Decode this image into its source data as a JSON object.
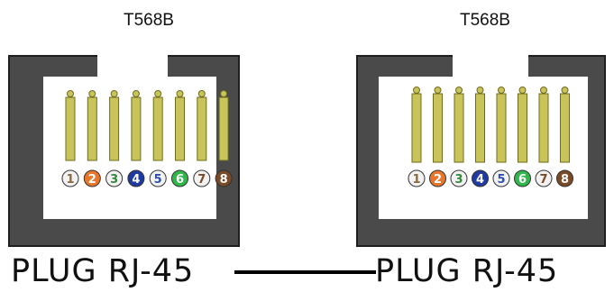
{
  "plugs": [
    {
      "standard": "T568B",
      "caption": "PLUG RJ-45",
      "pin_numbers": [
        "1",
        "2",
        "3",
        "4",
        "5",
        "6",
        "7",
        "8"
      ]
    },
    {
      "standard": "T568B",
      "caption": "PLUG RJ-45",
      "pin_numbers": [
        "1",
        "2",
        "3",
        "4",
        "5",
        "6",
        "7",
        "8"
      ]
    }
  ],
  "pin_colors": [
    "#f2f2f2",
    "#e8762b",
    "#f2f2f2",
    "#1f3aa0",
    "#f2f2f2",
    "#2eb84b",
    "#f2f2f2",
    "#7a4a26"
  ],
  "pin_text_colors": [
    "#8a6a3a",
    "#ffffff",
    "#2f8a3a",
    "#ffffff",
    "#2f4fb0",
    "#ffffff",
    "#7a4a26",
    "#ffffff"
  ],
  "colors": {
    "housing": "#4a4a4a",
    "housing_border": "#1f1f1f",
    "contact": "#c9c45a",
    "contact_border": "#6f6b1c"
  }
}
